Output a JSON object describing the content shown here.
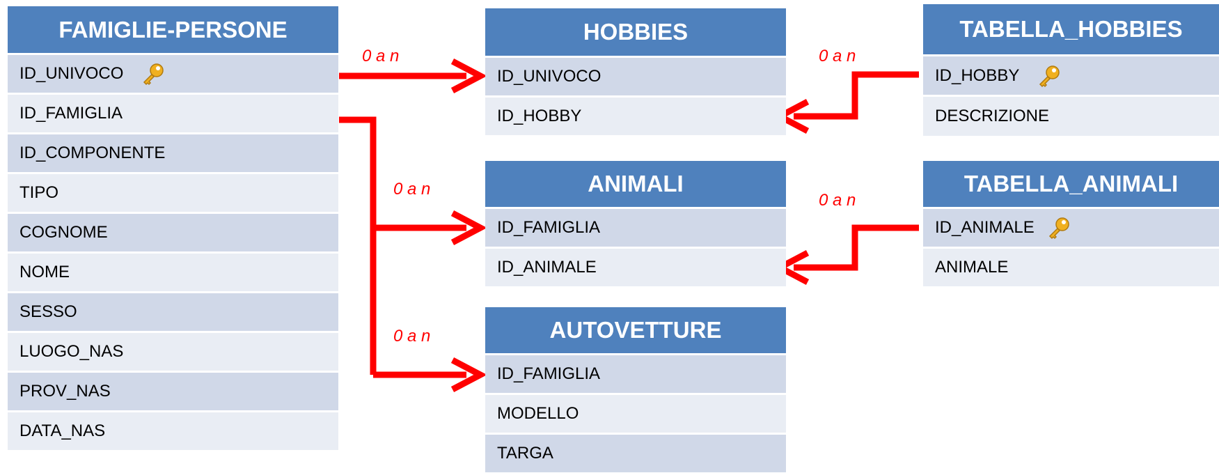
{
  "colors": {
    "header": "#4f81bd",
    "row_dark": "#d0d8e8",
    "row_light": "#e9edf4",
    "connector": "#ff0000",
    "key": "#f0b020"
  },
  "tables": {
    "famiglie_persone": {
      "title": "FAMIGLIE-PERSONE",
      "fields": [
        "ID_UNIVOCO",
        "ID_FAMIGLIA",
        "ID_COMPONENTE",
        "TIPO",
        "COGNOME",
        "NOME",
        "SESSO",
        "LUOGO_NAS",
        "PROV_NAS",
        "DATA_NAS"
      ],
      "key_field": "ID_UNIVOCO"
    },
    "hobbies": {
      "title": "HOBBIES",
      "fields": [
        "ID_UNIVOCO",
        "ID_HOBBY"
      ]
    },
    "animali": {
      "title": "ANIMALI",
      "fields": [
        "ID_FAMIGLIA",
        "ID_ANIMALE"
      ]
    },
    "autovetture": {
      "title": "AUTOVETTURE",
      "fields": [
        "ID_FAMIGLIA",
        "MODELLO",
        "TARGA"
      ]
    },
    "tabella_hobbies": {
      "title": "TABELLA_HOBBIES",
      "fields": [
        "ID_HOBBY",
        "DESCRIZIONE"
      ],
      "key_field": "ID_HOBBY"
    },
    "tabella_animali": {
      "title": "TABELLA_ANIMALI",
      "fields": [
        "ID_ANIMALE",
        "ANIMALE"
      ],
      "key_field": "ID_ANIMALE"
    }
  },
  "relationships": [
    {
      "from": "FAMIGLIE-PERSONE.ID_UNIVOCO",
      "to": "HOBBIES.ID_UNIVOCO",
      "label": "0 a n"
    },
    {
      "from": "TABELLA_HOBBIES.ID_HOBBY",
      "to": "HOBBIES.ID_HOBBY",
      "label": "0 a n"
    },
    {
      "from": "FAMIGLIE-PERSONE.ID_FAMIGLIA",
      "to": "ANIMALI.ID_FAMIGLIA",
      "label": "0 a n"
    },
    {
      "from": "TABELLA_ANIMALI.ID_ANIMALE",
      "to": "ANIMALI.ID_ANIMALE",
      "label": "0 a n"
    },
    {
      "from": "FAMIGLIE-PERSONE.ID_FAMIGLIA",
      "to": "AUTOVETTURE.ID_FAMIGLIA",
      "label": "0 a n"
    }
  ]
}
